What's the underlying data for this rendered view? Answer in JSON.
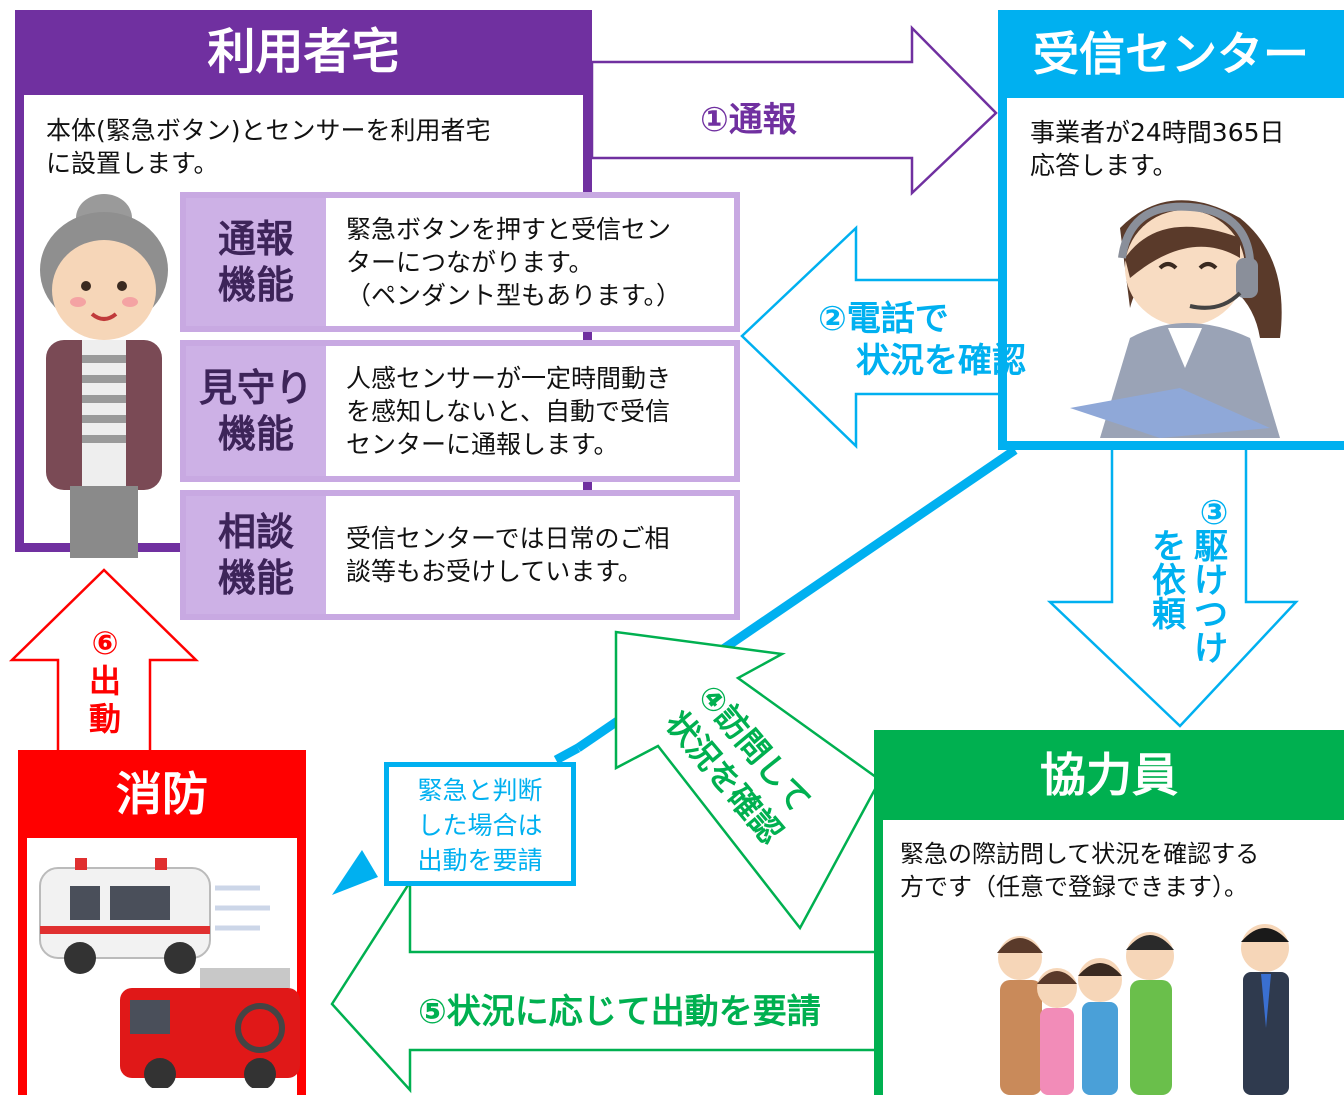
{
  "boxes": {
    "home": {
      "title": "利用者宅",
      "desc_lines": [
        "本体(緊急ボタン)とセンサーを利用者宅",
        "に設置します。"
      ],
      "color": "#7030a0"
    },
    "center": {
      "title": "受信センター",
      "desc_lines": [
        "事業者が24時間365日",
        "応答します。"
      ],
      "color": "#00b0f0"
    },
    "helper": {
      "title": "協力員",
      "desc_lines": [
        "緊急の際訪問して状況を確認する",
        "方です（任意で登録できます）。"
      ],
      "color": "#00b050"
    },
    "fire": {
      "title": "消防",
      "color": "#ff0000"
    }
  },
  "features": [
    {
      "label_lines": [
        "通報",
        "機能"
      ],
      "text_lines": [
        "緊急ボタンを押すと受信セン",
        "ターにつながります。",
        "（ペンダント型もあります。）"
      ]
    },
    {
      "label_lines": [
        "見守り",
        "機能"
      ],
      "text_lines": [
        "人感センサーが一定時間動き",
        "を感知しないと、自動で受信",
        "センターに通報します。"
      ]
    },
    {
      "label_lines": [
        "相談",
        "機能"
      ],
      "text_lines": [
        "受信センターでは日常のご相",
        "談等もお受けしています。"
      ]
    }
  ],
  "arrows": {
    "a1": "①通報",
    "a2_lines": [
      "②電話で",
      "状況を確認"
    ],
    "a3_num": "③",
    "a3_col1": [
      "駆",
      "け",
      "つ",
      "け"
    ],
    "a3_col2": [
      "を",
      "依",
      "頼"
    ],
    "a4_lines": [
      "④訪問して",
      "状況を確認"
    ],
    "a5": "⑤状況に応じて出動を要請",
    "a6_chars": [
      "⑥",
      "出",
      "動"
    ]
  },
  "note_lines": [
    "緊急と判断",
    "した場合は",
    "出動を要請"
  ],
  "colors": {
    "purple": "#7030a0",
    "blue": "#00b0f0",
    "green": "#00b050",
    "red": "#ff0000",
    "lavender": "#cdb1e6"
  }
}
